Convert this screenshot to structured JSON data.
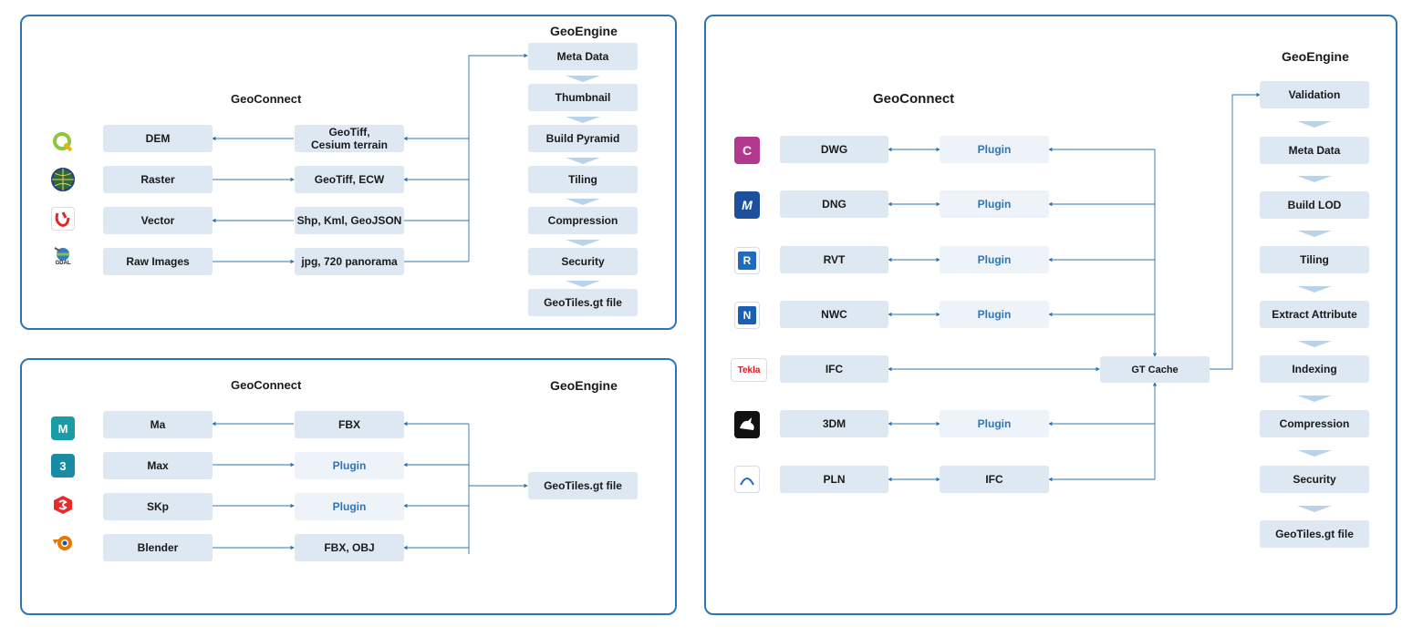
{
  "panel1": {
    "geoconnect": "GeoConnect",
    "geoengine": "GeoEngine",
    "sources": [
      "DEM",
      "Raster",
      "Vector",
      "Raw Images"
    ],
    "formats": [
      "GeoTiff,\nCesium terrain",
      "GeoTiff, ECW",
      "Shp, Kml, GeoJSON",
      "jpg, 720 panorama"
    ],
    "engine": [
      "Meta Data",
      "Thumbnail",
      "Build Pyramid",
      "Tiling",
      "Compression",
      "Security",
      "GeoTiles.gt file"
    ],
    "icons": [
      "qgis-icon",
      "globe-icon",
      "vector-app-icon",
      "gdal-icon"
    ],
    "gdal_text": "GDAL"
  },
  "panel2": {
    "geoconnect": "GeoConnect",
    "geoengine": "GeoEngine",
    "sources": [
      "Ma",
      "Max",
      "SKp",
      "Blender"
    ],
    "formats": [
      "FBX",
      "Plugin",
      "Plugin",
      "FBX, OBJ"
    ],
    "output": "GeoTiles.gt file",
    "icons": [
      "maya-icon",
      "3dsmax-icon",
      "sketchup-icon",
      "blender-icon"
    ]
  },
  "panel3": {
    "geoconnect": "GeoConnect",
    "geoengine": "GeoEngine",
    "sources": [
      "DWG",
      "DNG",
      "RVT",
      "NWC",
      "IFC",
      "3DM",
      "PLN"
    ],
    "formats": [
      "Plugin",
      "Plugin",
      "Plugin",
      "Plugin",
      "",
      "Plugin",
      "IFC"
    ],
    "cache": "GT Cache",
    "engine": [
      "Validation",
      "Meta Data",
      "Build LOD",
      "Tiling",
      "Extract Attribute",
      "Indexing",
      "Compression",
      "Security",
      "GeoTiles.gt file"
    ],
    "icons": [
      "civil3d-icon",
      "microstation-icon",
      "revit-icon",
      "navisworks-icon",
      "tekla-icon",
      "rhino-icon",
      "archicad-icon"
    ],
    "tekla_text": "Tekla"
  },
  "colors": {
    "border": "#2e74b5",
    "node": "#dde8f3",
    "plugin_text": "#2f75b5",
    "arrow": "#2e74b5"
  }
}
